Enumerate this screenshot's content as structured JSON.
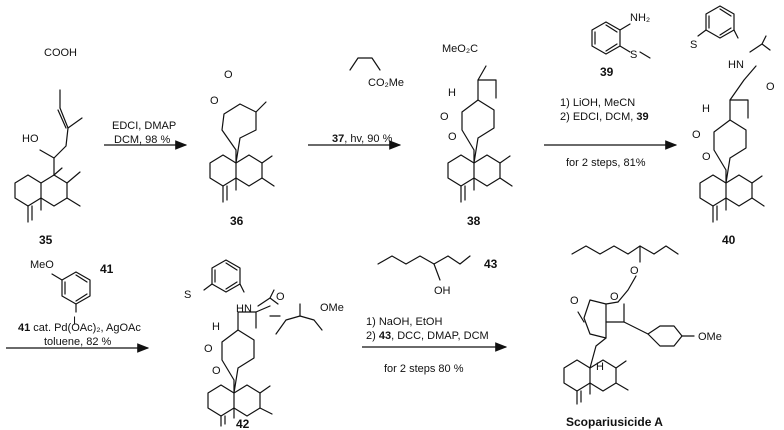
{
  "compounds": {
    "c35": {
      "label": "35",
      "groups": [
        "COOH",
        "HO"
      ]
    },
    "c36": {
      "label": "36",
      "groups": [
        "O",
        "O"
      ]
    },
    "c38": {
      "label": "38",
      "groups": [
        "MeO₂C",
        "H",
        "O",
        "O"
      ]
    },
    "c39": {
      "label": "39",
      "groups": [
        "NH₂",
        "S"
      ]
    },
    "c40": {
      "label": "40",
      "groups": [
        "S",
        "HN",
        "O",
        "H",
        "O",
        "O"
      ]
    },
    "c41": {
      "label": "41",
      "groups": [
        "MeO",
        "I"
      ]
    },
    "c42": {
      "label": "42",
      "groups": [
        "S",
        "HN",
        "O",
        "OMe",
        "H",
        "O",
        "O"
      ]
    },
    "c43": {
      "label": "43",
      "groups": [
        "OH"
      ]
    },
    "scop": {
      "label": "Scopariusicide A",
      "groups": [
        "O",
        "O",
        "O",
        "H",
        "OMe"
      ]
    }
  },
  "reagents": {
    "r1": {
      "line1": "EDCI, DMAP",
      "line2": "DCM, 98 %"
    },
    "r2": {
      "above": "CO₂Me",
      "line1_num": "37",
      "line1_rest": ", hv, 90 %"
    },
    "r3": {
      "line1": "1) LiOH, MeCN",
      "line2_pre": "2) EDCI, DCM, ",
      "line2_num": "39",
      "line3": "for 2 steps, 81%"
    },
    "r4": {
      "line1_num": "41",
      "line1_rest": " cat. Pd(OAc)₂, AgOAc",
      "line2": "toluene, 82 %"
    },
    "r5": {
      "line1": "1) NaOH, EtOH",
      "line2_pre": "2) ",
      "line2_num": "43",
      "line2_rest": ", DCC, DMAP, DCM",
      "line3": "for 2 steps  80 %"
    }
  }
}
